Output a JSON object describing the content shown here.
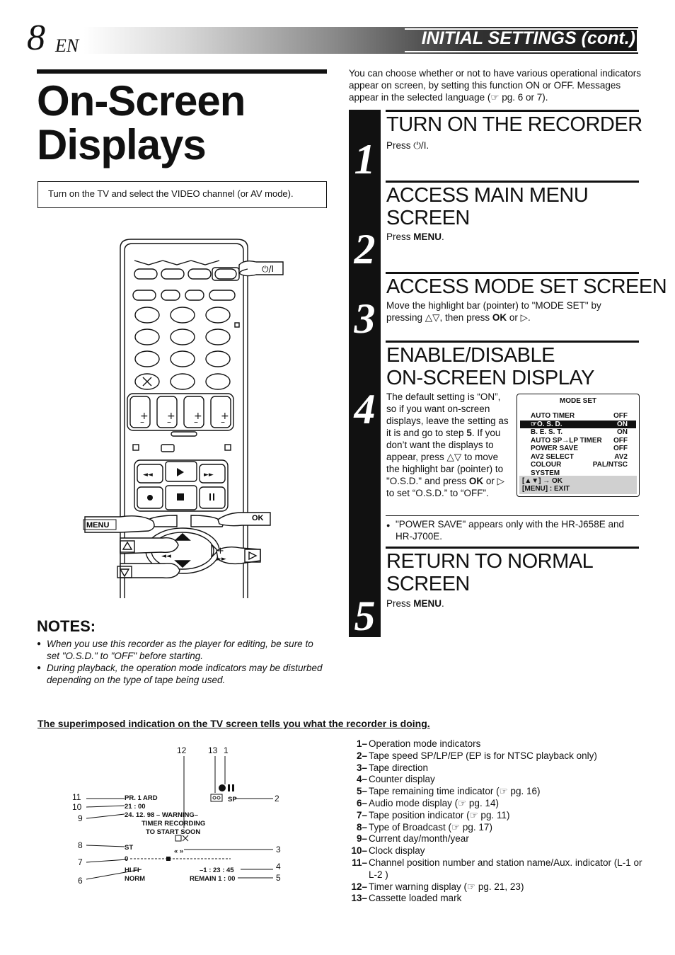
{
  "header": {
    "page_number": "8",
    "lang": "EN",
    "title": "INITIAL SETTINGS (cont.)"
  },
  "main_title_line1": "On-Screen",
  "main_title_line2": "Displays",
  "tv_note": "Turn on the TV and select the VIDEO channel (or AV mode).",
  "remote": {
    "menu_label": "MENU",
    "ok_label": "OK",
    "power_label": "⏻/I"
  },
  "notes": {
    "heading": "NOTES:",
    "items": [
      "When you use this recorder as the player for editing, be sure to set \"O.S.D.\" to  \"OFF\" before starting.",
      "During playback, the operation mode indicators may be disturbed depending on the type of tape being used."
    ]
  },
  "intro": "You can choose whether or not to have various operational indicators appear on screen, by setting this function ON or OFF. Messages appear in the selected language (☞ pg. 6 or 7).",
  "steps": [
    {
      "num": "1",
      "head": "TURN ON THE RECORDER",
      "body": "Press ⏻/I."
    },
    {
      "num": "2",
      "head1": "ACCESS MAIN MENU",
      "head2": "SCREEN",
      "body_pre": "Press ",
      "body_b": "MENU",
      "body_post": "."
    },
    {
      "num": "3",
      "head": "ACCESS MODE SET SCREEN",
      "body_pre": "Move the highlight bar (pointer) to \"MODE SET\" by pressing △▽, then press ",
      "body_b": "OK",
      "body_post": " or ▷."
    },
    {
      "num": "4",
      "head1": "ENABLE/DISABLE",
      "head2": "ON-SCREEN DISPLAY",
      "body_a": "The default setting is “ON”, so if you want on-screen displays, leave the setting as it is and go to step ",
      "body_a_b": "5",
      "body_b": ". If you don’t want the displays to appear, press △▽ to move the highlight bar (pointer) to \"O.S.D.\" and press ",
      "body_b_b": "OK",
      "body_c": " or ▷ to set “O.S.D.” to “OFF”."
    },
    {
      "num": "5",
      "head1": "RETURN TO NORMAL",
      "head2": "SCREEN",
      "body_pre": "Press ",
      "body_b": "MENU",
      "body_post": "."
    }
  ],
  "osd_menu": {
    "title": "MODE SET",
    "rows": [
      {
        "label": "AUTO TIMER",
        "value": "OFF"
      },
      {
        "label": "O. S. D.",
        "value": "ON"
      },
      {
        "label": "B. E. S. T.",
        "value": "ON"
      },
      {
        "label": "AUTO SP→LP TIMER",
        "value": "OFF"
      },
      {
        "label": "POWER SAVE",
        "value": "OFF"
      },
      {
        "label": "AV2 SELECT",
        "value": "AV2"
      },
      {
        "label": "COLOUR SYSTEM",
        "value": "PAL/NTSC"
      }
    ],
    "footer1": "[▲▼] → OK",
    "footer2": "[MENU] : EXIT"
  },
  "power_save_note": "\"POWER SAVE\" appears only with the HR-J658E and HR-J700E.",
  "bottom_heading": "The superimposed indication on the TV screen tells you what the recorder is doing.",
  "tv_screen": {
    "line1": "PR.   1 ARD",
    "line2": "21 : 00",
    "line3": "24. 12. 98 – WARNING–",
    "line4": "TIMER  RECORDING",
    "line5": "TO  START  SOON",
    "sp": "SP",
    "st": "ST",
    "dir": "« »",
    "counter": "–1 : 23 : 45",
    "hifi": "HI FI",
    "norm": "NORM",
    "remain": "REMAIN 1 : 00",
    "zero": "0",
    "callouts": [
      "1",
      "2",
      "3",
      "4",
      "5",
      "6",
      "7",
      "8",
      "9",
      "10",
      "11",
      "12",
      "13"
    ]
  },
  "legend": [
    {
      "n": "1–",
      "t": "Operation mode indicators"
    },
    {
      "n": "2–",
      "t": "Tape speed SP/LP/EP (EP is for NTSC playback only)"
    },
    {
      "n": "3–",
      "t": "Tape direction"
    },
    {
      "n": "4–",
      "t": "Counter display"
    },
    {
      "n": "5–",
      "t": "Tape remaining time indicator (☞ pg. 16)"
    },
    {
      "n": "6–",
      "t": "Audio mode display (☞ pg. 14)"
    },
    {
      "n": "7–",
      "t": "Tape position indicator (☞ pg. 11)"
    },
    {
      "n": "8–",
      "t": "Type of Broadcast (☞ pg. 17)"
    },
    {
      "n": "9–",
      "t": "Current day/month/year"
    },
    {
      "n": "10–",
      "t": "Clock display"
    },
    {
      "n": "11–",
      "t": "Channel position number and station name/Aux. indicator (L-1 or L-2 )"
    },
    {
      "n": "12–",
      "t": "Timer warning display (☞ pg. 21, 23)"
    },
    {
      "n": "13–",
      "t": "Cassette loaded mark"
    }
  ]
}
